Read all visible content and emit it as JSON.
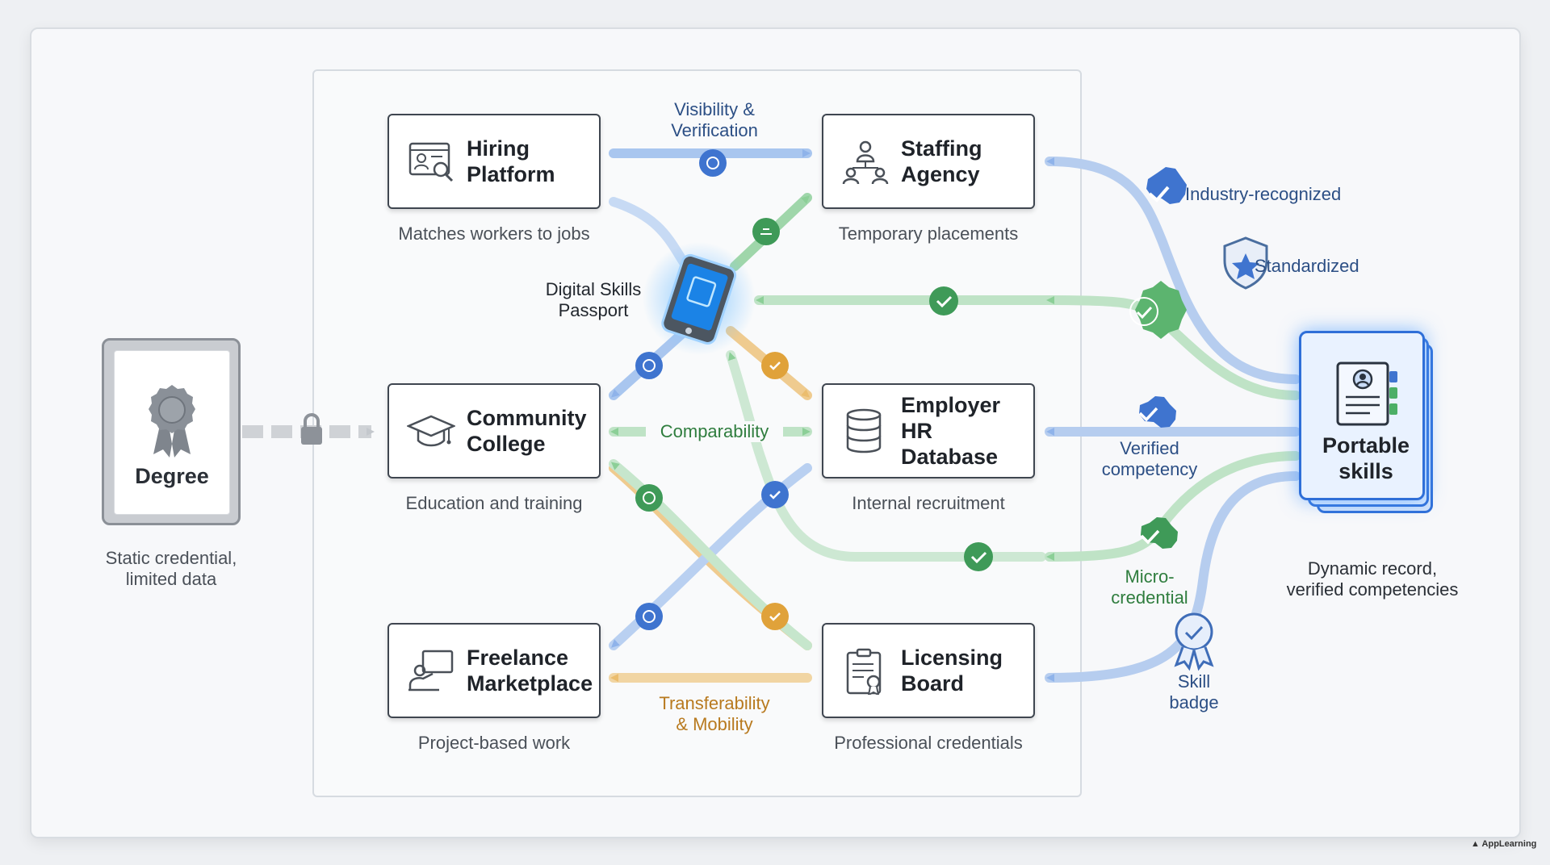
{
  "diagram": {
    "degree": {
      "title": "Degree",
      "caption": "Static credential,\nlimited data"
    },
    "portable": {
      "title": "Portable\nskills",
      "caption": "Dynamic record,\nverified competencies"
    },
    "passport": {
      "label": "Digital Skills\nPassport"
    },
    "nodes": [
      {
        "id": "hiring",
        "title": "Hiring\nPlatform",
        "caption": "Matches workers to jobs",
        "icon": "hiring-platform-icon"
      },
      {
        "id": "staffing",
        "title": "Staffing\nAgency",
        "caption": "Temporary placements",
        "icon": "staffing-agency-icon"
      },
      {
        "id": "college",
        "title": "Community\nCollege",
        "caption": "Education and training",
        "icon": "graduation-cap-icon"
      },
      {
        "id": "hrdb",
        "title": "Employer\nHR Database",
        "caption": "Internal recruitment",
        "icon": "database-icon"
      },
      {
        "id": "freelance",
        "title": "Freelance\nMarketplace",
        "caption": "Project-based work",
        "icon": "freelance-icon"
      },
      {
        "id": "licensing",
        "title": "Licensing\nBoard",
        "caption": "Professional credentials",
        "icon": "clipboard-certificate-icon"
      }
    ],
    "flow_labels": {
      "visibility": "Visibility &\nVerification",
      "comparability": "Comparability",
      "transferability": "Transferability\n& Mobility"
    },
    "credential_labels": {
      "industry": "Industry-recognized",
      "standardized": "Standardized",
      "verified": "Verified\ncompetency",
      "micro": "Micro-\ncredential",
      "badge": "Skill\nbadge"
    },
    "brand": "AppLearning",
    "colors": {
      "blue": "#4f86d9",
      "green": "#4caf66",
      "orange": "#e0a23a",
      "gray": "#c4c8cd"
    }
  }
}
